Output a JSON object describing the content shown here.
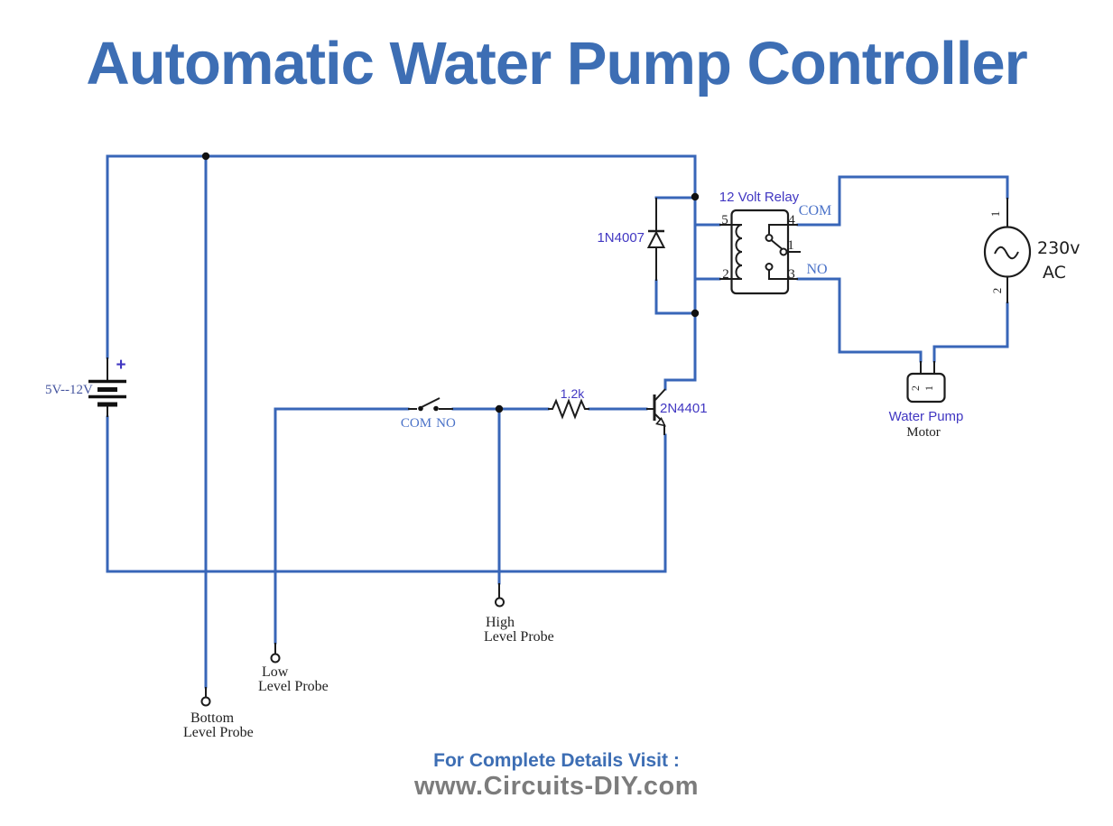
{
  "page": {
    "title": "Automatic Water Pump Controller",
    "footer_line1": "For Complete Details Visit :",
    "footer_line2": "www.Circuits-DIY.com"
  },
  "circuit": {
    "battery": {
      "polarity": "+",
      "label": "5V--12V"
    },
    "diode": {
      "label": "1N4007"
    },
    "resistor": {
      "label": "1.2k"
    },
    "transistor": {
      "label": "2N4401"
    },
    "level_switch": {
      "com": "COM",
      "no": "NO"
    },
    "relay": {
      "title": "12 Volt Relay",
      "pin5": "5",
      "pin4": "4",
      "pin2": "2",
      "pin3": "3",
      "pin1": "1",
      "com": "COM",
      "no": "NO"
    },
    "ac_source": {
      "pin1": "1",
      "pin2": "2",
      "voltage": "230v",
      "current_type": "AC"
    },
    "water_pump": {
      "pin2": "2",
      "pin1": "1",
      "name": "Water Pump",
      "type": "Motor"
    },
    "high_probe": {
      "line1": "High",
      "line2": "Level Probe"
    },
    "low_probe": {
      "line1": "Low",
      "line2": "Level Probe"
    },
    "bottom_probe": {
      "line1": "Bottom",
      "line2": "Level Probe"
    }
  },
  "colors": {
    "wire_blue": "#3866b8",
    "title_blue": "#3d6eb4",
    "component_label_purple": "#4137c2",
    "relay_contact_label_blue": "#4a72c8",
    "footer_gray": "#7c7c7c"
  }
}
